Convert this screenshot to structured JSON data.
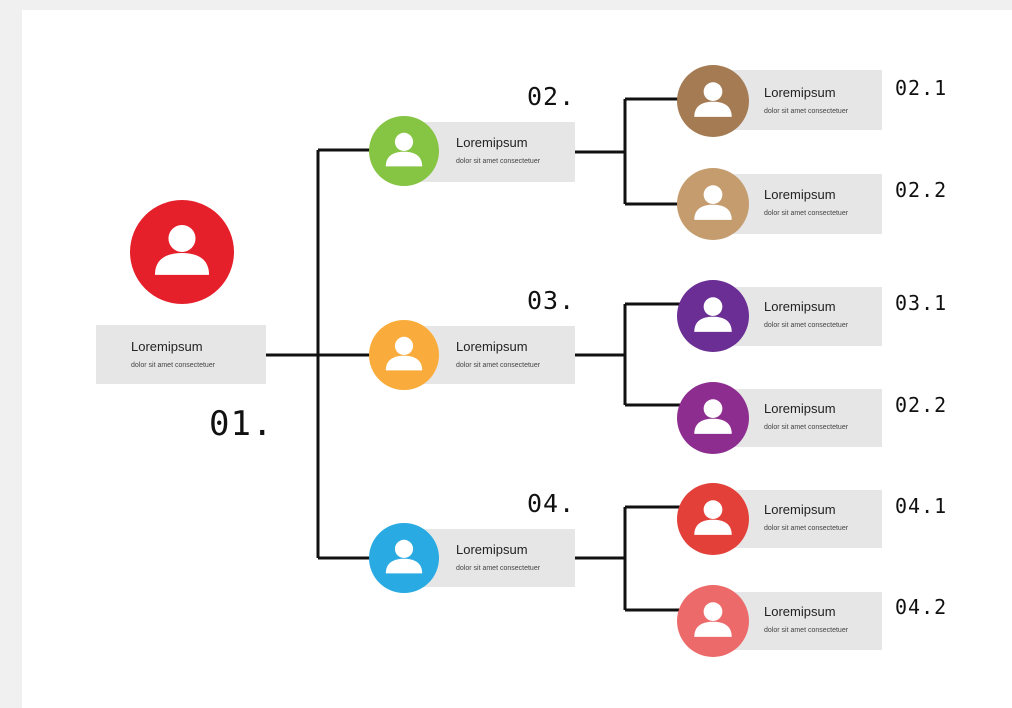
{
  "colors": {
    "root": "#e5202a",
    "n02": "#86c443",
    "n03": "#f9ac3b",
    "n04": "#29aae2",
    "n02_1": "#a57b53",
    "n02_2": "#c59c6e",
    "n03_1": "#6a2e94",
    "n03_2": "#8d2d8f",
    "n04_1": "#e3403a",
    "n04_2": "#ec6a6a",
    "connector": "#111111",
    "label_bg": "#e6e6e6"
  },
  "root": {
    "number": "01.",
    "title": "Loremipsum",
    "subtitle": "dolor sit amet consectetuer",
    "icon": "person-icon"
  },
  "branches": [
    {
      "number": "02.",
      "title": "Loremipsum",
      "subtitle": "dolor sit amet consectetuer",
      "icon": "person-icon",
      "children": [
        {
          "number": "02.1",
          "title": "Loremipsum",
          "subtitle": "dolor sit amet consectetuer",
          "icon": "person-icon"
        },
        {
          "number": "02.2",
          "title": "Loremipsum",
          "subtitle": "dolor sit amet consectetuer",
          "icon": "person-icon"
        }
      ]
    },
    {
      "number": "03.",
      "title": "Loremipsum",
      "subtitle": "dolor sit amet consectetuer",
      "icon": "person-icon",
      "children": [
        {
          "number": "03.1",
          "title": "Loremipsum",
          "subtitle": "dolor sit amet consectetuer",
          "icon": "person-icon"
        },
        {
          "number": "02.2",
          "title": "Loremipsum",
          "subtitle": "dolor sit amet consectetuer",
          "icon": "person-icon"
        }
      ]
    },
    {
      "number": "04.",
      "title": "Loremipsum",
      "subtitle": "dolor sit amet consectetuer",
      "icon": "person-icon",
      "children": [
        {
          "number": "04.1",
          "title": "Loremipsum",
          "subtitle": "dolor sit amet consectetuer",
          "icon": "person-icon"
        },
        {
          "number": "04.2",
          "title": "Loremipsum",
          "subtitle": "dolor sit amet consectetuer",
          "icon": "person-icon"
        }
      ]
    }
  ]
}
